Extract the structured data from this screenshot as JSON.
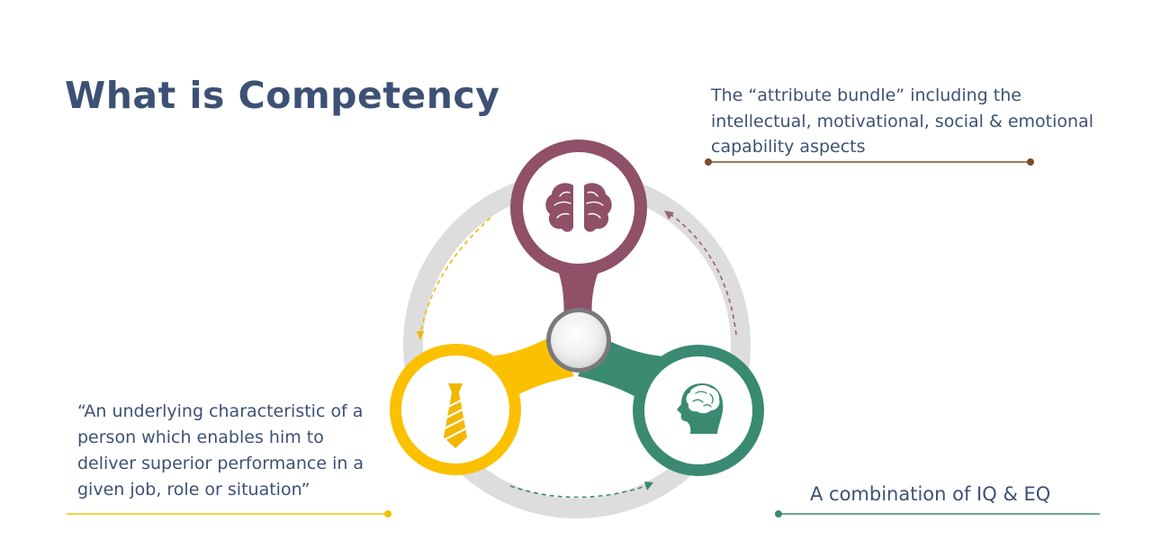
{
  "title": "What is Competency",
  "blocks": {
    "top_right": {
      "lines": [
        "The “attribute bundle” including the",
        "intellectual, motivational, social & emotional",
        "capability aspects"
      ]
    },
    "bottom_left": {
      "lines": [
        "“An underlying characteristic of a",
        "person which enables him to",
        "deliver superior performance in a",
        "given job, role or situation”"
      ]
    },
    "bottom_right": {
      "lines": [
        "A combination of IQ & EQ"
      ]
    }
  },
  "nodes": {
    "top": {
      "icon": "brain-icon",
      "color": "#8f5068"
    },
    "left": {
      "icon": "tie-icon",
      "color": "#fbc100"
    },
    "right": {
      "icon": "head-brain-icon",
      "color": "#3a8a71"
    }
  },
  "colors": {
    "title": "#3d5175",
    "ring": "#dddddd",
    "hub": "#7a7a7a",
    "underline_top": "#7b4d2a",
    "underline_left": "#f2c200",
    "underline_right": "#3a8a71"
  }
}
